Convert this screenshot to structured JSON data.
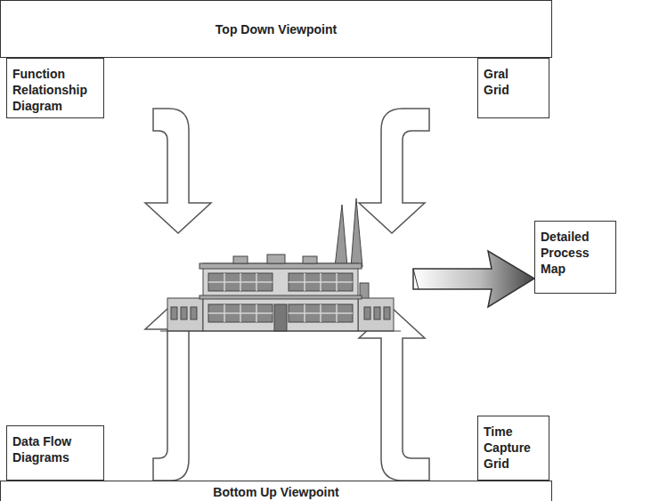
{
  "diagram": {
    "nodes": [
      {
        "text": [
          "Top Down Viewpoint"
        ]
      },
      {
        "text": [
          "Function Relationship Diagram"
        ]
      },
      {
        "text": [
          "Gral Grid"
        ]
      },
      {
        "text": [
          "Detailed Process Map"
        ]
      },
      {
        "text": [
          "Data Flow Diagrams"
        ]
      },
      {
        "text": [
          "Time Capture Grid"
        ]
      },
      {
        "text": [
          "Bottom Up Viewpoint"
        ]
      }
    ]
  }
}
